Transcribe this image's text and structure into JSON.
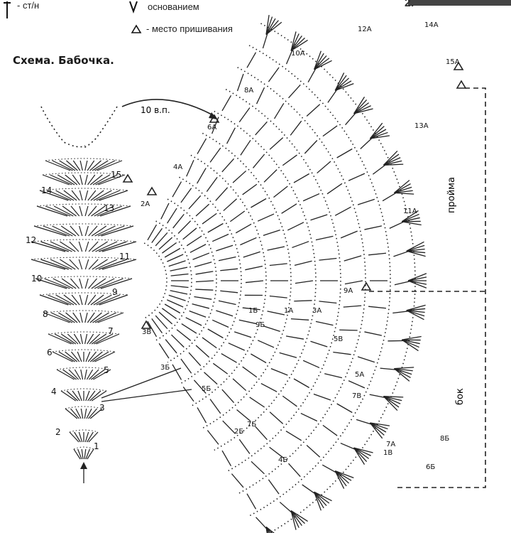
{
  "legend": {
    "sym1_label": "- ст/н",
    "sym2_label": "основанием",
    "sym3_label": "- место пришивания",
    "corner_mark": "2."
  },
  "title": "Схема. Бабочка.",
  "annotations": {
    "chain": "10 в.п.",
    "side_armhole": "пройма",
    "side_side": "бок"
  },
  "body_rows": [
    "1",
    "2",
    "3",
    "4",
    "5",
    "6",
    "7",
    "8",
    "9",
    "10",
    "11",
    "12",
    "13",
    "14",
    "15"
  ],
  "wing_labels": [
    "2А",
    "4А",
    "6А",
    "8А",
    "10А",
    "12А",
    "14А",
    "15А",
    "13А",
    "11А",
    "9А",
    "1А",
    "3А",
    "5А",
    "7А",
    "1Б",
    "3Б",
    "5Б",
    "7Б",
    "9Б",
    "2Б",
    "4Б",
    "6Б",
    "8Б",
    "1В",
    "3В",
    "5В",
    "7В"
  ]
}
